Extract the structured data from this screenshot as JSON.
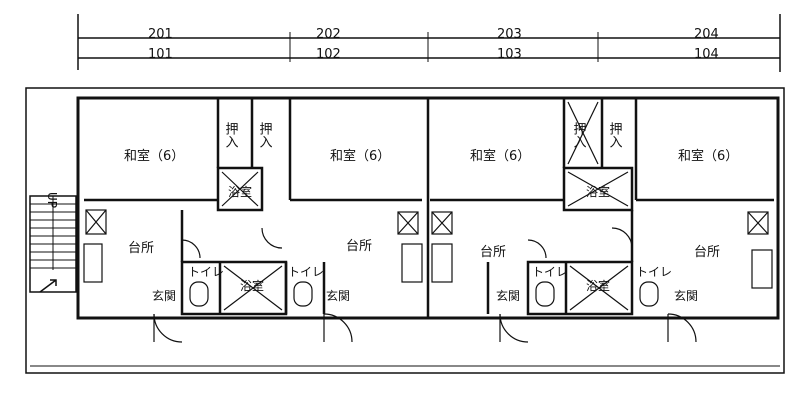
{
  "upper_units": [
    "201",
    "202",
    "203",
    "204"
  ],
  "lower_units": [
    "101",
    "102",
    "103",
    "104"
  ],
  "rooms": {
    "washitsu": "和室（6）",
    "oshiire": "押入",
    "daidokoro": "台所",
    "genkan": "玄関",
    "toilet": "トイレ",
    "yokushitsu": "浴室"
  },
  "stair_label": "UP"
}
